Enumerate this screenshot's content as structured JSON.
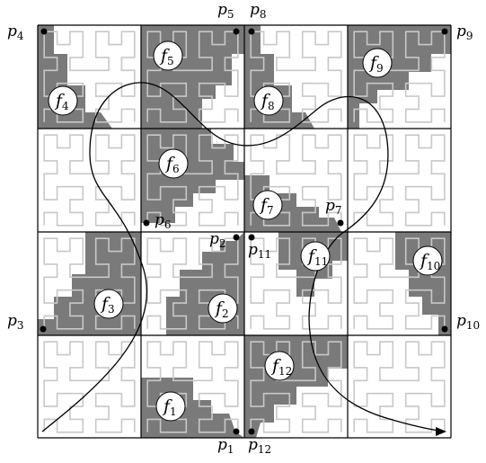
{
  "colors": {
    "background": "#ffffff",
    "shaded_region": "#7a7a7a",
    "curve_light": "#bdbdbd",
    "grid": "#000000"
  },
  "cells": [
    {
      "label": "f",
      "sub": "1"
    },
    {
      "label": "f",
      "sub": "2"
    },
    {
      "label": "f",
      "sub": "3"
    },
    {
      "label": "f",
      "sub": "4"
    },
    {
      "label": "f",
      "sub": "5"
    },
    {
      "label": "f",
      "sub": "6"
    },
    {
      "label": "f",
      "sub": "7"
    },
    {
      "label": "f",
      "sub": "8"
    },
    {
      "label": "f",
      "sub": "9"
    },
    {
      "label": "f",
      "sub": "10"
    },
    {
      "label": "f",
      "sub": "11"
    },
    {
      "label": "f",
      "sub": "12"
    }
  ],
  "points": [
    {
      "label": "p",
      "sub": "1"
    },
    {
      "label": "p",
      "sub": "2"
    },
    {
      "label": "p",
      "sub": "3"
    },
    {
      "label": "p",
      "sub": "4"
    },
    {
      "label": "p",
      "sub": "5"
    },
    {
      "label": "p",
      "sub": "6"
    },
    {
      "label": "p",
      "sub": "7"
    },
    {
      "label": "p",
      "sub": "8"
    },
    {
      "label": "p",
      "sub": "9"
    },
    {
      "label": "p",
      "sub": "10"
    },
    {
      "label": "p",
      "sub": "11"
    },
    {
      "label": "p",
      "sub": "12"
    }
  ]
}
